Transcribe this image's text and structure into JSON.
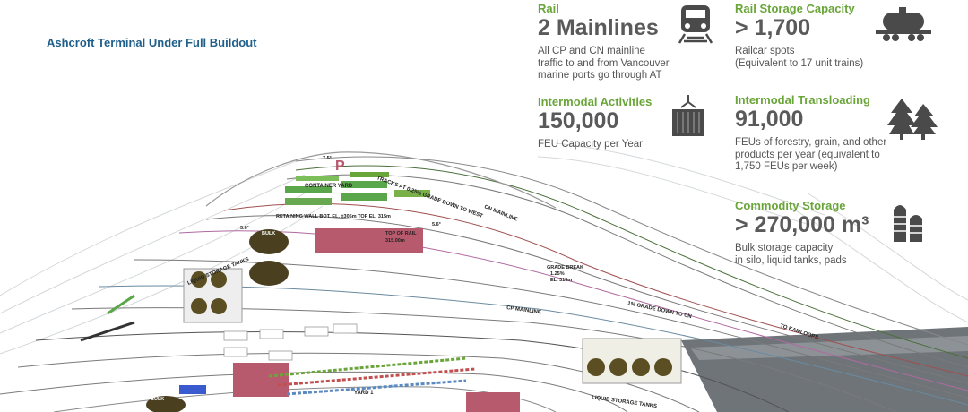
{
  "title": "Ashcroft Terminal Under Full Buildout",
  "stats": {
    "rail": {
      "category": "Rail",
      "value": "2 Mainlines",
      "desc1": "All CP and CN mainline",
      "desc2": "traffic to and from Vancouver",
      "desc3": "marine ports go through AT"
    },
    "rail_storage": {
      "category": "Rail Storage Capacity",
      "value": "> 1,700",
      "desc1": "Railcar spots",
      "desc2": "(Equivalent to 17 unit trains)"
    },
    "intermodal": {
      "category": "Intermodal Activities",
      "value": "150,000",
      "desc1": "FEU Capacity per Year"
    },
    "transloading": {
      "category": "Intermodal Transloading",
      "value": "91,000",
      "desc1": "FEUs of forestry, grain, and other",
      "desc2": "products per year (equivalent to",
      "desc3": "1,750 FEUs per week)"
    },
    "commodity": {
      "category": "Commodity Storage",
      "value": "> 270,000 m³",
      "desc1": "Bulk storage capacity",
      "desc2": "in silo, liquid tanks, pads"
    }
  },
  "icons": [
    "train-icon",
    "tanker-railcar-icon",
    "shipping-container-icon",
    "trees-icon",
    "silo-icon"
  ],
  "map_labels": {
    "container_yard": "CONTAINER YARD",
    "tracks_grade": "TRACKS AT 0.25% GRADE DOWN TO WEST",
    "cn_mainline": "CN MAINLINE",
    "retaining_wall": "RETAINING WALL BOT. EL. ±305m TOP EL. 315m",
    "top_of_rail": "TOP OF RAIL",
    "top_of_rail_el": "315.00m",
    "bulk": "BULK",
    "liquid_storage_tanks_left": "LIQUID STORAGE TANKS",
    "grade_break": "GRADE BREAK",
    "grade_break_pct": "1.25%",
    "grade_break_el": "EL. 315m",
    "cp_mainline": "CP MAINLINE",
    "grade_down_cn": "1% GRADE DOWN TO CN",
    "to_kamloops": "TO KAMLOOPS",
    "yard1": "YARD 1",
    "liquid_storage_tanks": "LIQUID STORAGE TANKS",
    "bulk2": "BULK",
    "parking": "P",
    "angle1": "7.5°",
    "angle2": "5.6°",
    "angle3": "5.6°"
  },
  "colors": {
    "title": "#1f5f8b",
    "category": "#6aa53a",
    "value": "#5a5a5a",
    "pad": "#b85a6e",
    "tank": "#6b5a2e",
    "terrain": "#cfd3d6"
  }
}
